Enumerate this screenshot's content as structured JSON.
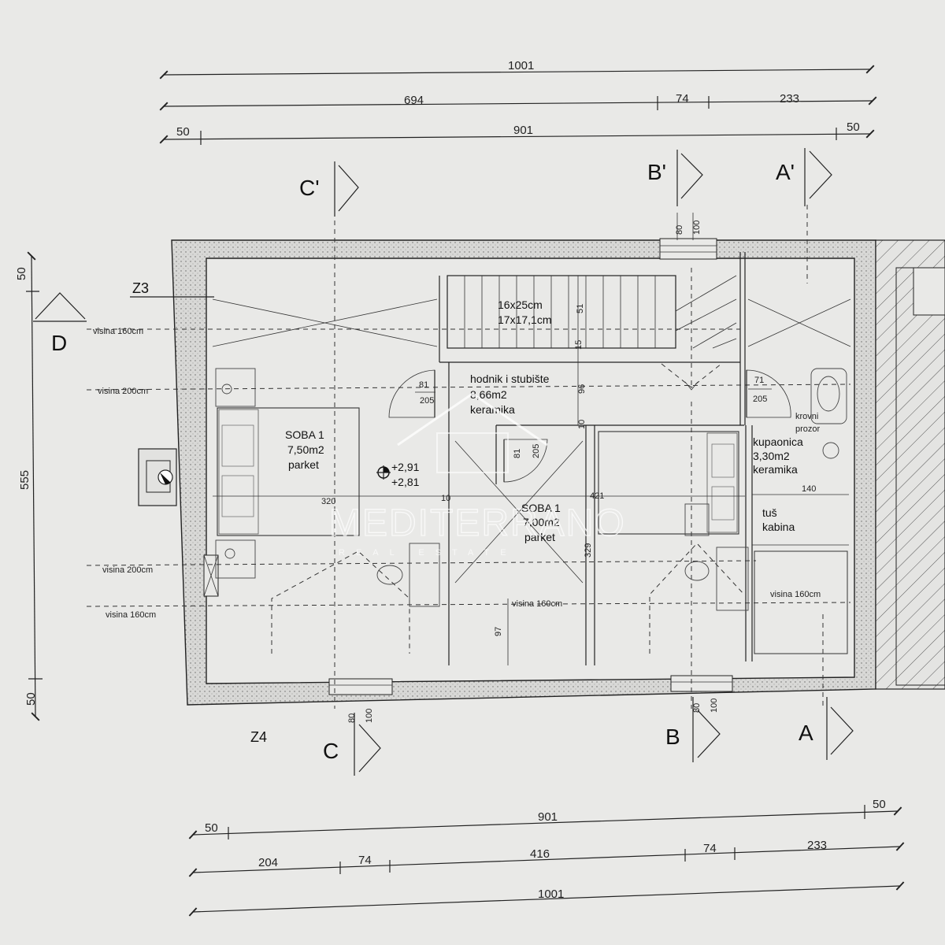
{
  "dimensions": {
    "top_total": "1001",
    "top_a": "694",
    "top_b": "74",
    "top_c": "233",
    "top_d_left": "50",
    "top_d_mid": "901",
    "top_d_right": "50",
    "bot_a_left": "50",
    "bot_a_mid": "901",
    "bot_a_right": "50",
    "bot_b1": "204",
    "bot_b2": "74",
    "bot_b3": "416",
    "bot_b4": "74",
    "bot_b5": "233",
    "bot_total": "1001",
    "left_top": "50",
    "left_mid": "555",
    "left_bot": "50"
  },
  "sections": {
    "c_top": "C'",
    "b_top": "B'",
    "a_top": "A'",
    "c_bot": "C",
    "b_bot": "B",
    "a_bot": "A",
    "d": "D",
    "z3": "Z3",
    "z4": "Z4"
  },
  "rooms": {
    "soba_left": {
      "name": "SOBA 1",
      "area": "7,50m2",
      "floor": "parket"
    },
    "soba_right": {
      "name": "SOBA 1",
      "area": "7,00m2",
      "floor": "parket"
    },
    "hodnik": {
      "name": "hodnik i stubište",
      "area": "8,66m2",
      "floor": "keramika"
    },
    "kupaonica": {
      "name": "kupaonica",
      "area": "3,30m2",
      "floor": "keramika"
    },
    "tus": {
      "line1": "tuš",
      "line2": "kabina"
    }
  },
  "notes": {
    "visina_160_left_top": "visina 160cm",
    "visina_200_left_a": "visina 200cm",
    "visina_200_left_b": "visina 200cm",
    "visina_160_left_b": "visina 160cm",
    "visina_160_center": "visina 160cm",
    "visina_160_bath": "visina 160cm",
    "krovni_prozor_1": "krovni",
    "krovni_prozor_2": "prozor",
    "stair_1": "16x25cm",
    "stair_2": "17x17,1cm",
    "level_1": "+2,91",
    "level_2": "+2,81"
  },
  "small_dims": {
    "d81a": "81",
    "d205a": "205",
    "d81b": "81",
    "d205b": "205",
    "d71": "71",
    "d205c": "205",
    "d96": "96",
    "d10a": "10",
    "d10b": "10",
    "d15": "15",
    "d51": "51",
    "d320": "320",
    "d421": "421",
    "d329": "329",
    "d97": "97",
    "d140": "140",
    "d80a": "80",
    "d100a": "100",
    "d80b": "80",
    "d100b": "100",
    "d80c": "80",
    "d100c": "100"
  },
  "watermark": {
    "brand": "MEDITERRANO",
    "sub": "REAL ESTATE"
  }
}
